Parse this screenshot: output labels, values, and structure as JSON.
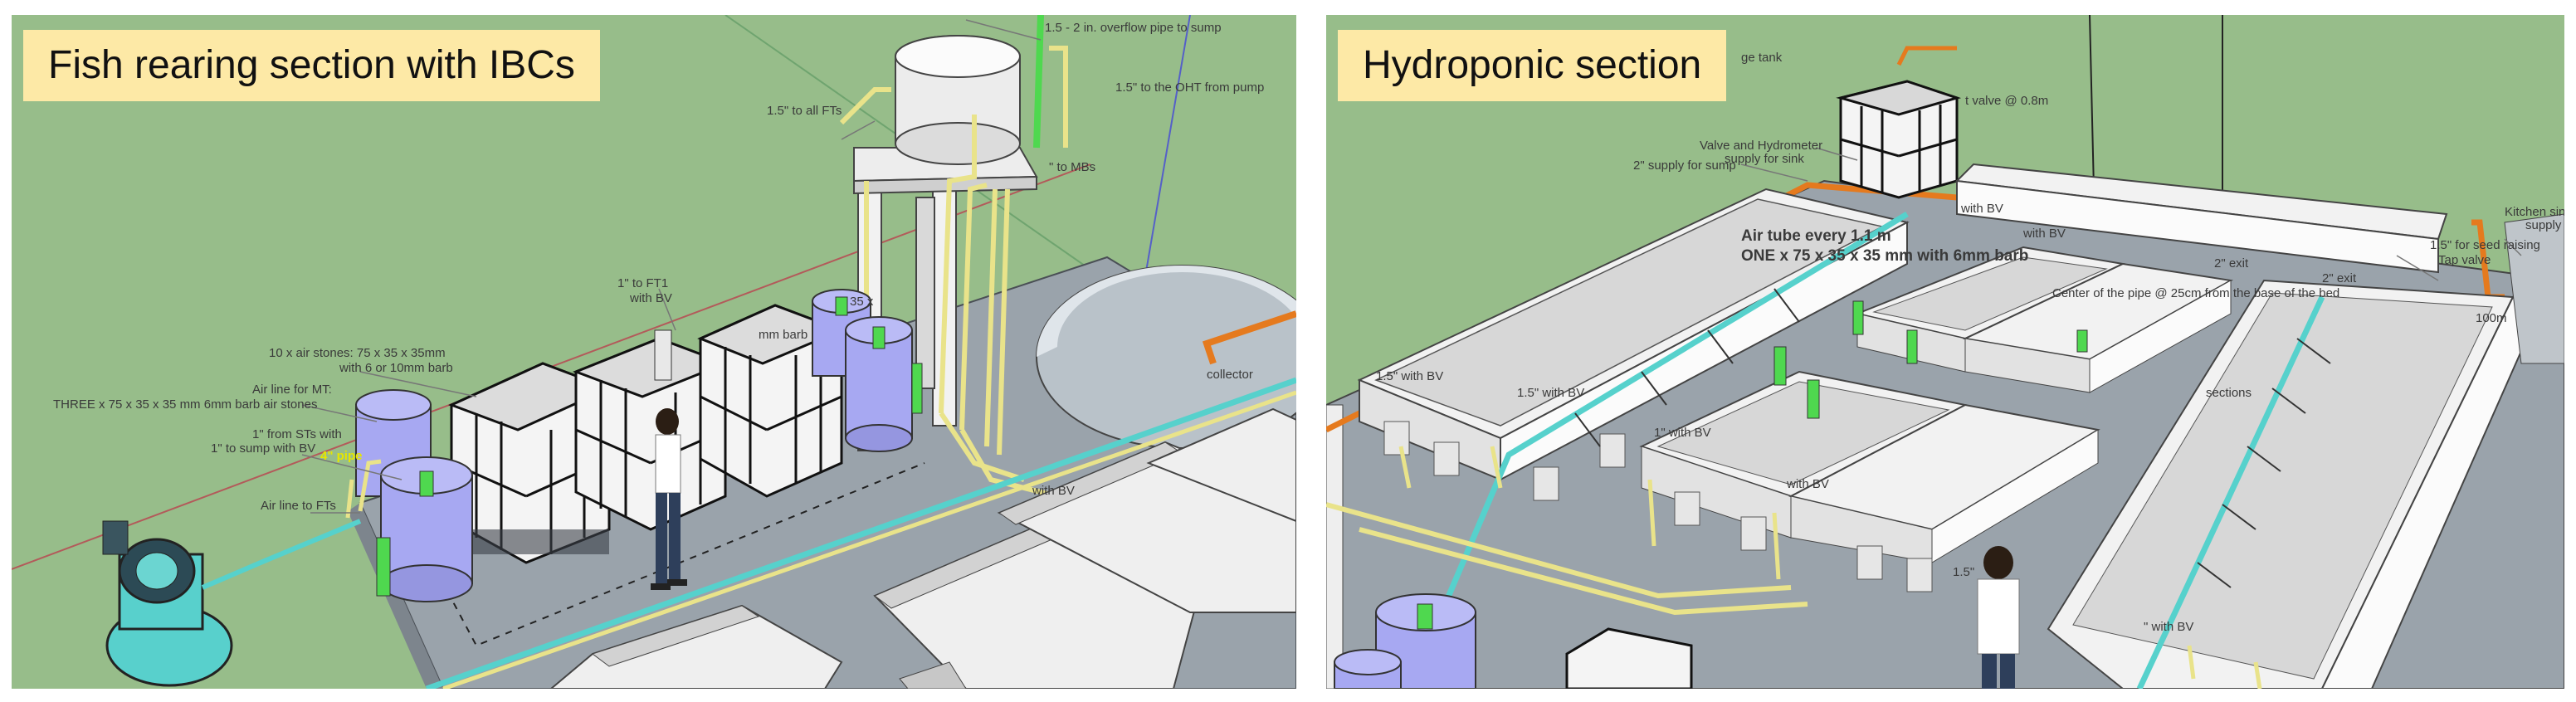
{
  "panels": {
    "left": {
      "title": "Fish rearing section with IBCs",
      "labels": {
        "overflow_pipe": "1.5 - 2 in. overflow pipe to sump",
        "oht_from_pump": "1.5\" to the OHT from pump",
        "to_all_fts": "1.5\" to all FTs",
        "to_mbs": "\" to MBs",
        "to_ft1": "1\" to FT1",
        "with_bv": "with BV",
        "air_stones_a": "10 x air stones: 75 x 35 x 35mm",
        "air_stones_b": "with 6 or 10mm barb",
        "air_line_mt": "Air line for MT:",
        "three_air_stones": "THREE x 75 x 35 x 35 mm 6mm barb air stones",
        "from_sts": "1\" from STs with",
        "to_sump_bv": "1\" to sump with BV",
        "pipe_size": "4\" pipe",
        "air_line_fts": "Air line to FTs",
        "size_35": "35 x",
        "mm_barb": "mm barb",
        "collector": "collector",
        "with_bv_2": "with BV"
      }
    },
    "right": {
      "title": "Hydroponic section",
      "labels": {
        "tank_top": "ge tank",
        "valve_08": "t valve @ 0.8m",
        "supply_sink": "supply for sink",
        "valve_hydrometer": "Valve and Hydrometer",
        "supply_sump": "2\" supply for sump",
        "air_tube": "Air tube every 1.1 m",
        "air_stone_spec": "ONE x 75 x 35 x 35 mm with 6mm barb",
        "kitchen_sink": "Kitchen sink",
        "supply": "supply",
        "seed_raising": "1.5\" for seed raising",
        "tap_valve": "Tap valve",
        "exit_a": "2\" exit",
        "exit_b": "2\" exit",
        "center_pipe": "Center of the pipe @ 25cm from the base of the bed",
        "dim_100": "100m",
        "with_bv_a": "1.5\" with BV",
        "with_bv_b": "1.5\" with BV",
        "with_bv_c": "1\" with BV",
        "with_bv_d": "with BV",
        "with_bv_e": "with BV",
        "bv_c": "with BV",
        "label_15": "1.5\"",
        "with_bv_f": "\" with BV",
        "sections": "sections"
      }
    }
  },
  "colors": {
    "grass": "#97bd8a",
    "floor": "#9aa3ab",
    "aqua_pipe": "#56d1cc",
    "yellow_pipe": "#e9e38a",
    "orange_pipe": "#e57a1e",
    "blue_tank": "#a7a8f2",
    "green_pipe": "#4fd84f",
    "title_bg": "#fde9a6"
  }
}
